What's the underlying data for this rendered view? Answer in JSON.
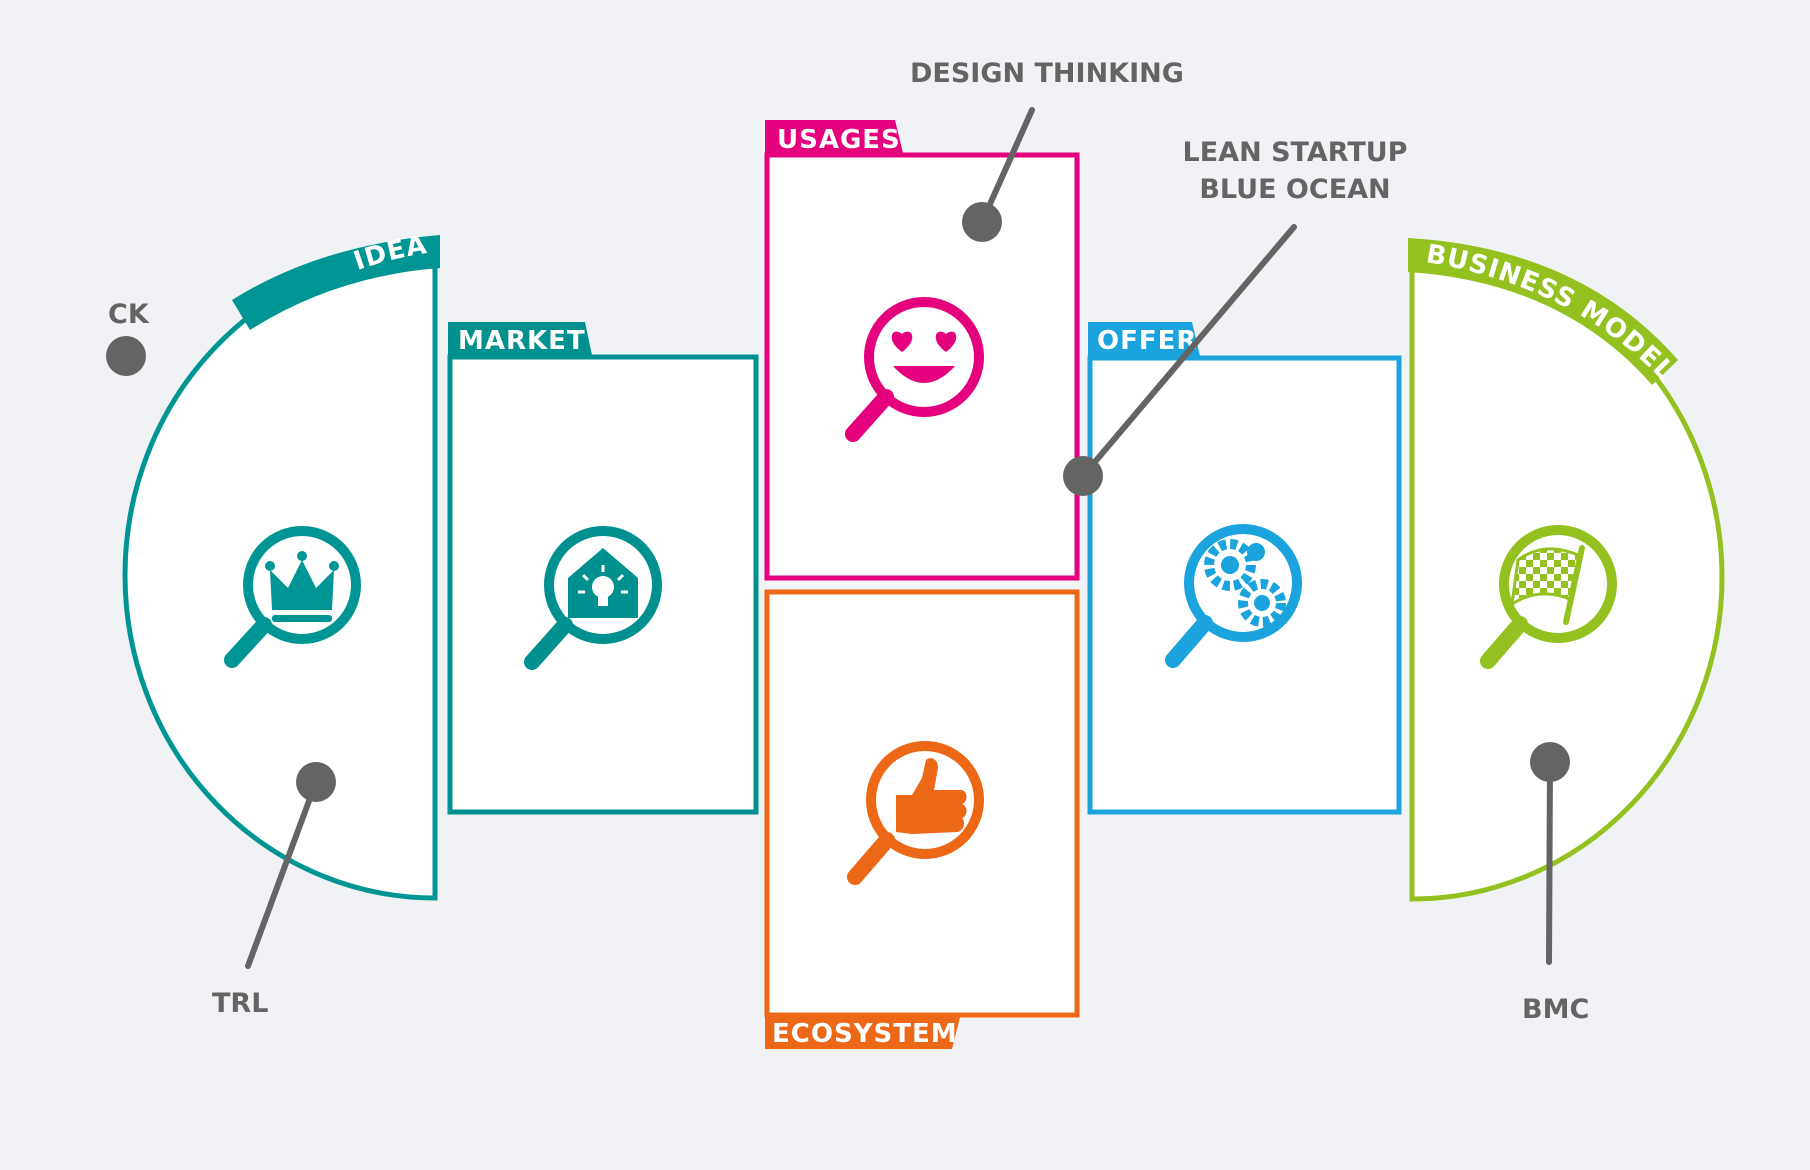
{
  "colors": {
    "background": "#f0f2f5",
    "idea": "#009595",
    "market": "#00908f",
    "usages": "#e5007e",
    "ecosystem": "#ec6817",
    "offer": "#1aa3dc",
    "business_model": "#94c11f",
    "annotation": "#646464",
    "panel": "#ffffff"
  },
  "stages": {
    "idea": {
      "label": "IDEA",
      "icon": "crown-magnifier-icon"
    },
    "market": {
      "label": "MARKET",
      "icon": "house-lightbulb-magnifier-icon"
    },
    "usages": {
      "label": "USAGES",
      "icon": "heart-eyes-smiley-magnifier-icon"
    },
    "ecosystem": {
      "label": "ECOSYSTEM",
      "icon": "thumbs-up-magnifier-icon"
    },
    "offer": {
      "label": "OFFER",
      "icon": "gears-magnifier-icon"
    },
    "business_model": {
      "label": "BUSINESS MODEL",
      "icon": "checkered-flag-magnifier-icon"
    }
  },
  "annotations": {
    "ck": "CK",
    "trl": "TRL",
    "design_thinking": "DESIGN THINKING",
    "lean_startup": "LEAN STARTUP",
    "blue_ocean": "BLUE OCEAN",
    "bmc": "BMC"
  }
}
